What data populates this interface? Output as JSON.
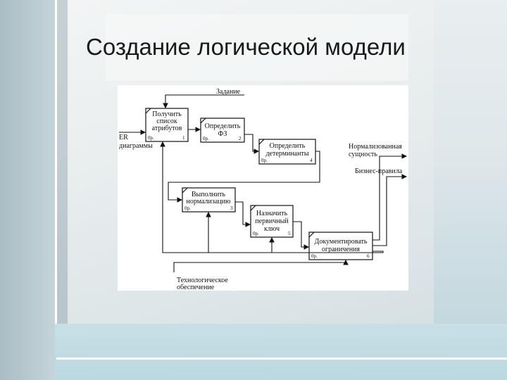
{
  "slide": {
    "title": "Создание логической модели"
  },
  "diagram": {
    "control_label": "Задание",
    "input_label": [
      "ER",
      "диаграммы"
    ],
    "output_labels": {
      "entity": [
        "Нормализованная",
        "сущность"
      ],
      "rules": "Бизнес-правила"
    },
    "mechanism_label": [
      "Технологическое",
      "обеспечение"
    ],
    "boxes": [
      {
        "lines": [
          "Получить",
          "список",
          "атрибутов"
        ],
        "cost": "0р.",
        "num": "1"
      },
      {
        "lines": [
          "Определить",
          "ФЗ"
        ],
        "cost": "0р.",
        "num": "2"
      },
      {
        "lines": [
          "Определить",
          "детерминанты"
        ],
        "cost": "0р.",
        "num": "4"
      },
      {
        "lines": [
          "Выполнить",
          "нормализацию"
        ],
        "cost": "0р.",
        "num": "3"
      },
      {
        "lines": [
          "Назначить",
          "первичный",
          "ключ"
        ],
        "cost": "0р.",
        "num": "5"
      },
      {
        "lines": [
          "Документировать",
          "ограничения"
        ],
        "cost": "0р.",
        "num": "6"
      }
    ]
  }
}
